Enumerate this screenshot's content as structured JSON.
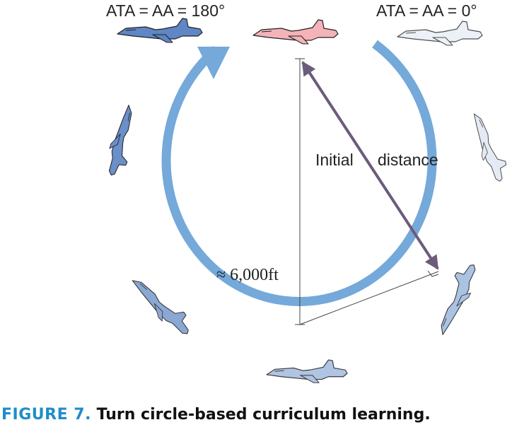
{
  "labels": {
    "ata_aa_180": "ATA = AA = 180°",
    "ata_aa_0": "ATA = AA = 0°",
    "initial": "Initial",
    "distance": "distance",
    "radius": "≈ 6,000ft"
  },
  "caption": {
    "figure_number": "FIGURE 7.",
    "text": "Turn circle-based curriculum learning."
  },
  "colors": {
    "turn_circle": "#74a9da",
    "jet_blue": "#5f86c5",
    "jet_pink": "#f4b3b9",
    "jet_faded": "#e8eef7",
    "distance_arrow": "#6c5b7b",
    "caption_accent": "#1f8dc8"
  }
}
